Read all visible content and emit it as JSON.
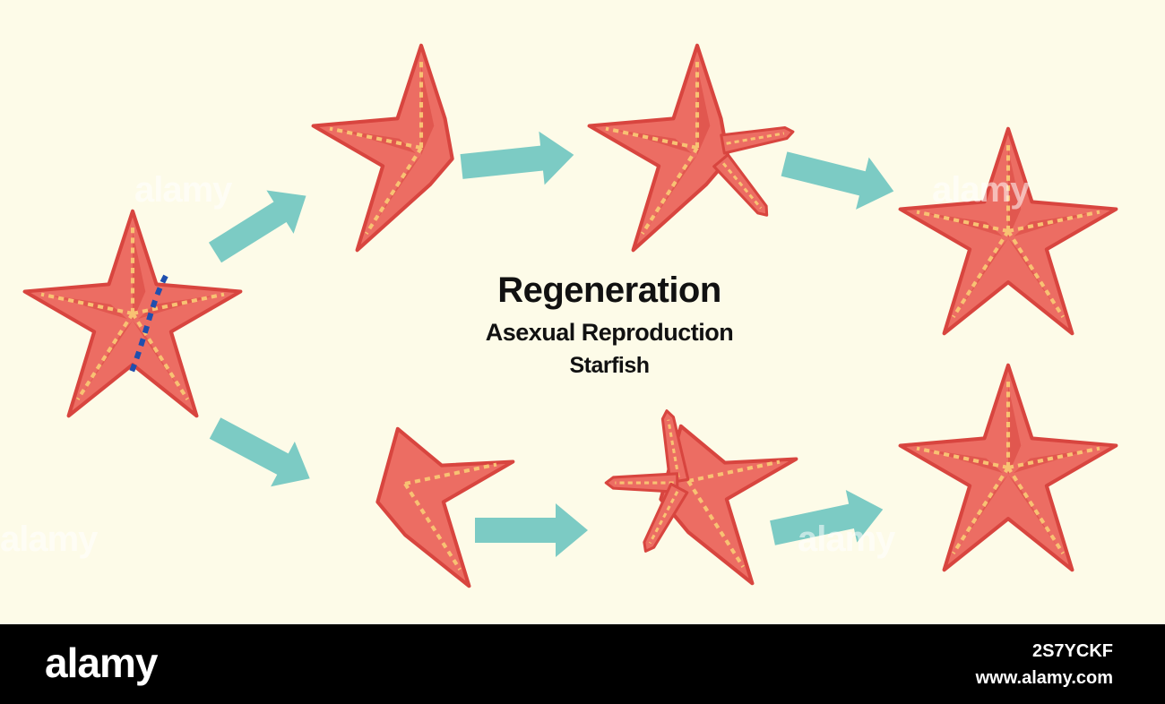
{
  "diagram": {
    "title": "Regeneration",
    "subtitle": "Asexual Reproduction",
    "subject": "Starfish"
  },
  "watermark": {
    "brand": "alamy",
    "image_id": "2S7YCKF",
    "url": "www.alamy.com"
  },
  "colors": {
    "background": "#fdfbe8",
    "starfish_body": "#ec6d63",
    "starfish_shade": "#d8453f",
    "starfish_dots": "#f8c273",
    "arrow": "#7ccbc4",
    "cut_line": "#1f4fae"
  }
}
